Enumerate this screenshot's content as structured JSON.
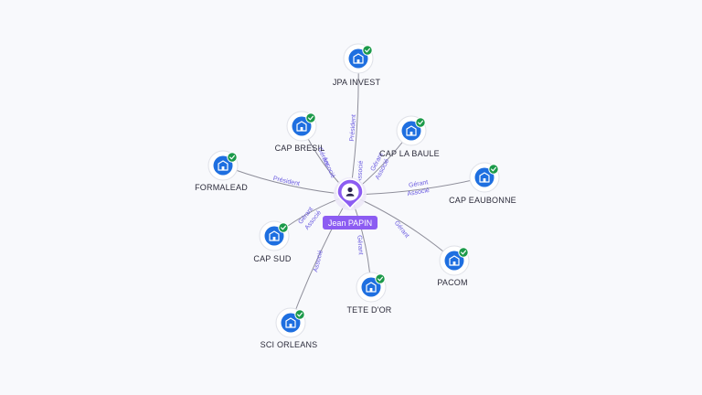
{
  "colors": {
    "accent": "#8c5cf2",
    "company_icon": "#1e6fe0",
    "check_badge": "#1c9a4a",
    "edge": "#8e8e9a",
    "edge_label": "#6a5be0",
    "background": "#f8f9fc"
  },
  "center_person": {
    "name": "Jean PAPIN",
    "icon": "person-icon"
  },
  "companies": [
    {
      "name": "JPA INVEST",
      "icon": "building-icon",
      "verified": true,
      "roles": [
        "Président",
        "Associé"
      ]
    },
    {
      "name": "CAP BRESIL",
      "icon": "building-icon",
      "verified": true,
      "roles": [
        "Gérant",
        "Associé"
      ]
    },
    {
      "name": "CAP LA BAULE",
      "icon": "building-icon",
      "verified": true,
      "roles": [
        "Gérant",
        "Associé"
      ]
    },
    {
      "name": "FORMALEAD",
      "icon": "building-icon",
      "verified": true,
      "roles": [
        "Président"
      ]
    },
    {
      "name": "CAP EAUBONNE",
      "icon": "building-icon",
      "verified": true,
      "roles": [
        "Gérant",
        "Associé"
      ]
    },
    {
      "name": "CAP SUD",
      "icon": "building-icon",
      "verified": true,
      "roles": [
        "Gérant",
        "Associé"
      ]
    },
    {
      "name": "PACOM",
      "icon": "building-icon",
      "verified": true,
      "roles": [
        "Gérant"
      ]
    },
    {
      "name": "TETE D'OR",
      "icon": "building-icon",
      "verified": true,
      "roles": [
        "Gérant"
      ]
    },
    {
      "name": "SCI ORLEANS",
      "icon": "building-icon",
      "verified": true,
      "roles": [
        "Associé"
      ]
    }
  ]
}
